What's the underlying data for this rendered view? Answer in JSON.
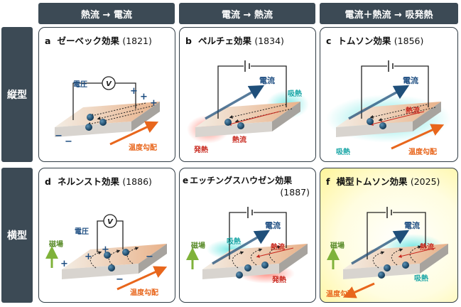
{
  "columns": [
    "熱流 → 電流",
    "電流 → 熱流",
    "電流＋熱流 → 吸発熱"
  ],
  "rows": [
    "縦型",
    "横型"
  ],
  "panels": [
    {
      "letter": "a",
      "title": "ゼーベック効果",
      "year": "(1821)",
      "labels": {
        "voltage": "電圧",
        "gradient": "温度勾配",
        "volt_symbol": "V"
      }
    },
    {
      "letter": "b",
      "title": "ペルチェ効果",
      "year": "(1834)",
      "labels": {
        "current": "電流",
        "absorb": "吸熱",
        "emit": "発熱",
        "heat": "熱流"
      }
    },
    {
      "letter": "c",
      "title": "トムソン効果",
      "year": "(1856)",
      "labels": {
        "current": "電流",
        "heat": "熱流",
        "absorb": "吸熱",
        "gradient": "温度勾配"
      }
    },
    {
      "letter": "d",
      "title": "ネルンスト効果",
      "year": "(1886)",
      "labels": {
        "voltage": "電圧",
        "magnet": "磁場",
        "gradient": "温度勾配",
        "volt_symbol": "V"
      }
    },
    {
      "letter": "e",
      "title": "エッチングスハウゼン効果",
      "year": "(1887)",
      "labels": {
        "current": "電流",
        "absorb": "吸熱",
        "magnet": "磁場",
        "heat": "熱流",
        "emit": "発熱"
      }
    },
    {
      "letter": "f",
      "title": "横型トムソン効果",
      "year": "(2025)",
      "labels": {
        "current": "電流",
        "magnet": "磁場",
        "heat": "熱流",
        "absorb": "吸熱",
        "gradient": "温度勾配"
      }
    }
  ],
  "colors": {
    "header_bg": "#3c4a55",
    "text_blue": "#1e4e82",
    "text_red": "#c8281e",
    "text_teal": "#1aa6a6",
    "text_green": "#5a8c2a",
    "arrow_orange": "#e8661c",
    "arrow_blue": "#1f4f7a"
  }
}
